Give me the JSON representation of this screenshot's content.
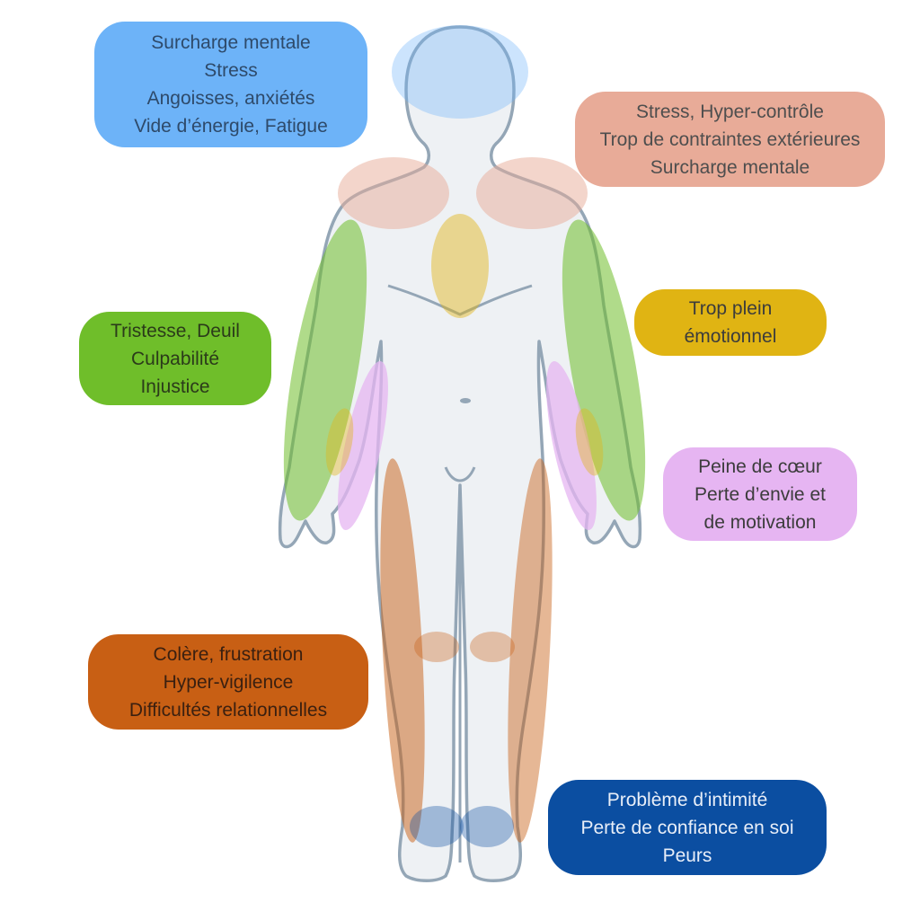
{
  "colors": {
    "head": "#6db3f8",
    "shoulders": "#e8ab98",
    "chest": "#e0b413",
    "arms": "#6fbe2a",
    "forearms": "#e6b5f2",
    "legs": "#c85f14",
    "feet": "#0b4ea1",
    "body_fill": "#eef1f4",
    "body_outline": "#94a6b6"
  },
  "labels": {
    "head": [
      "Surcharge mentale",
      "Stress",
      "Angoisses, anxiétés",
      "Vide d’énergie, Fatigue"
    ],
    "shoulders": [
      "Stress, Hyper-contrôle",
      "Trop de contraintes extérieures",
      "Surcharge mentale"
    ],
    "chest": [
      "Trop plein",
      "émotionnel"
    ],
    "arms": [
      "Tristesse, Deuil",
      "Culpabilité",
      "Injustice"
    ],
    "forearms": [
      "Peine de cœur",
      "Perte d’envie et",
      "de motivation"
    ],
    "legs": [
      "Colère, frustration",
      "Hyper-vigilence",
      "Difficultés relationnelles"
    ],
    "feet": [
      "Problème d’intimité",
      "Perte de confiance en soi",
      "Peurs"
    ]
  }
}
